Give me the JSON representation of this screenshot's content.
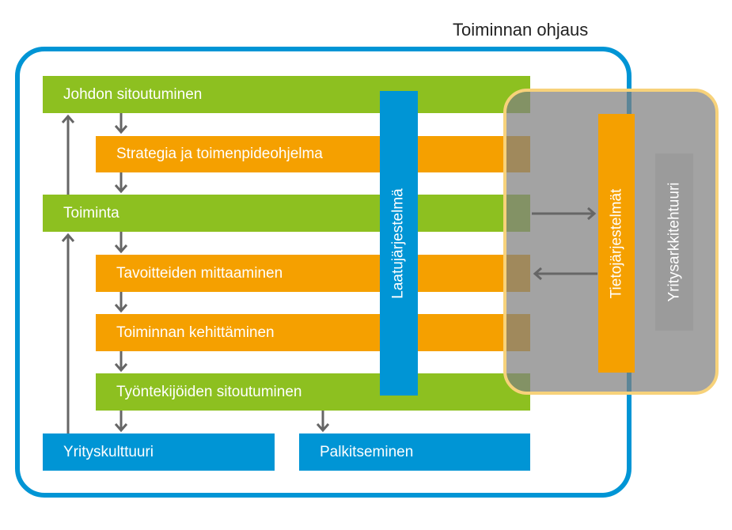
{
  "title": "Toiminnan ohjaus",
  "rows": {
    "johdon": "Johdon sitoutuminen",
    "strategia": "Strategia ja toimenpideohjelma",
    "toiminta": "Toiminta",
    "tavoitteet": "Tavoitteiden mittaaminen",
    "kehittaminen": "Toiminnan kehittäminen",
    "tyontekijat": "Työntekijöiden sitoutuminen",
    "yrityskulttuuri": "Yrityskulttuuri",
    "palkitseminen": "Palkitseminen"
  },
  "vertical": {
    "laatu": "Laatujärjestelmä",
    "tieto": "Tietojärjestelmät",
    "arkkitehtuuri": "Yritysarkkitehtuuri"
  },
  "colors": {
    "green": "#8dc020",
    "orange": "#f5a000",
    "blue": "#0095d5",
    "gray_overlay": "#808080",
    "gold_outline": "#f7d27a"
  }
}
